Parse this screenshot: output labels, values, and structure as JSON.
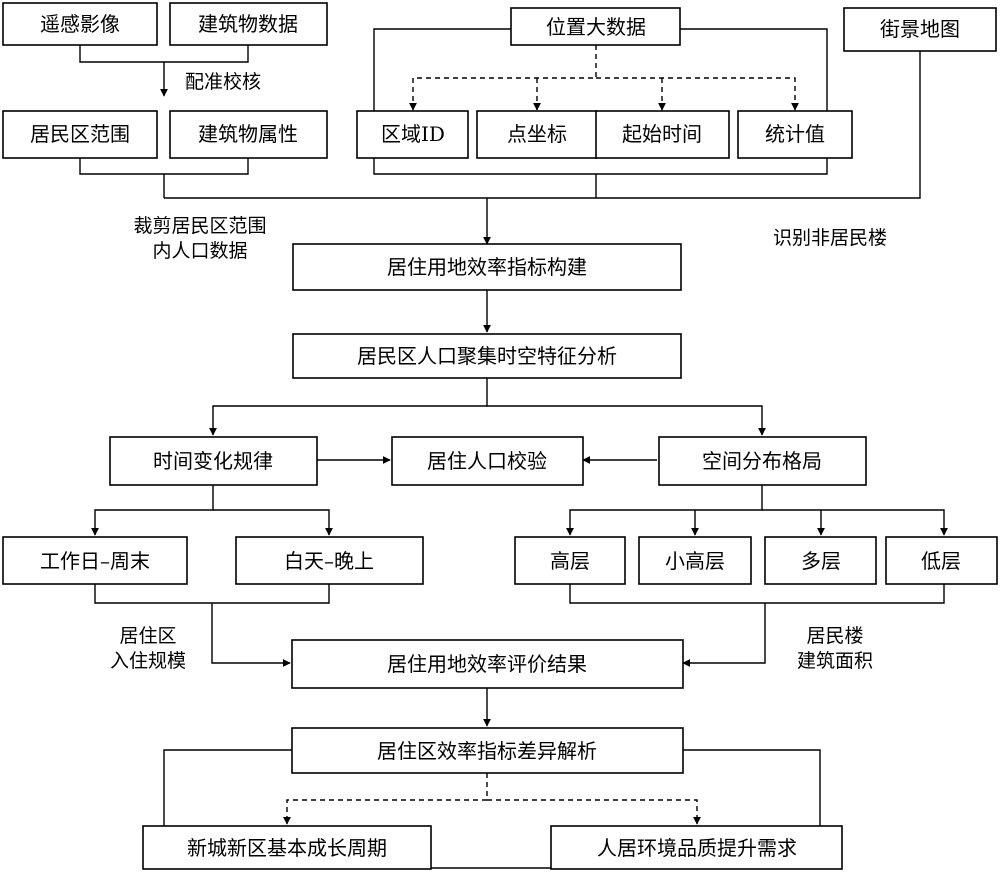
{
  "sources": {
    "remote_sensing": "遥感影像",
    "building_data": "建筑物数据",
    "location_big_data": "位置大数据",
    "street_view_map": "街景地图"
  },
  "derived": {
    "residential_extent": "居民区范围",
    "building_attributes": "建筑物属性",
    "region_id": "区域ID",
    "point_coords": "点坐标",
    "start_time": "起始时间",
    "stat_value": "统计值"
  },
  "edge_labels": {
    "registration": "配准校核",
    "clip_line1": "裁剪居民区范围",
    "clip_line2": "内人口数据",
    "identify_non_residential": "识别非居民楼",
    "community_line1": "居住区",
    "community_line2": "入住规模",
    "floor_area_line1": "居民楼",
    "floor_area_line2": "建筑面积"
  },
  "process": {
    "indicator_build": "居住用地效率指标构建",
    "spatiotemporal_analysis": "居民区人口聚集时空特征分析",
    "temporal_pattern": "时间变化规律",
    "population_check": "居住人口校验",
    "spatial_layout": "空间分布格局",
    "workday_weekend": "工作日–周末",
    "day_night": "白天–晚上",
    "high_rise": "高层",
    "small_high_rise": "小高层",
    "multi_storey": "多层",
    "low_rise": "低层",
    "efficiency_result": "居住用地效率评价结果",
    "difference_analysis": "居住区效率指标差异解析",
    "growth_cycle": "新城新区基本成长周期",
    "environment_demand": "人居环境品质提升需求"
  }
}
